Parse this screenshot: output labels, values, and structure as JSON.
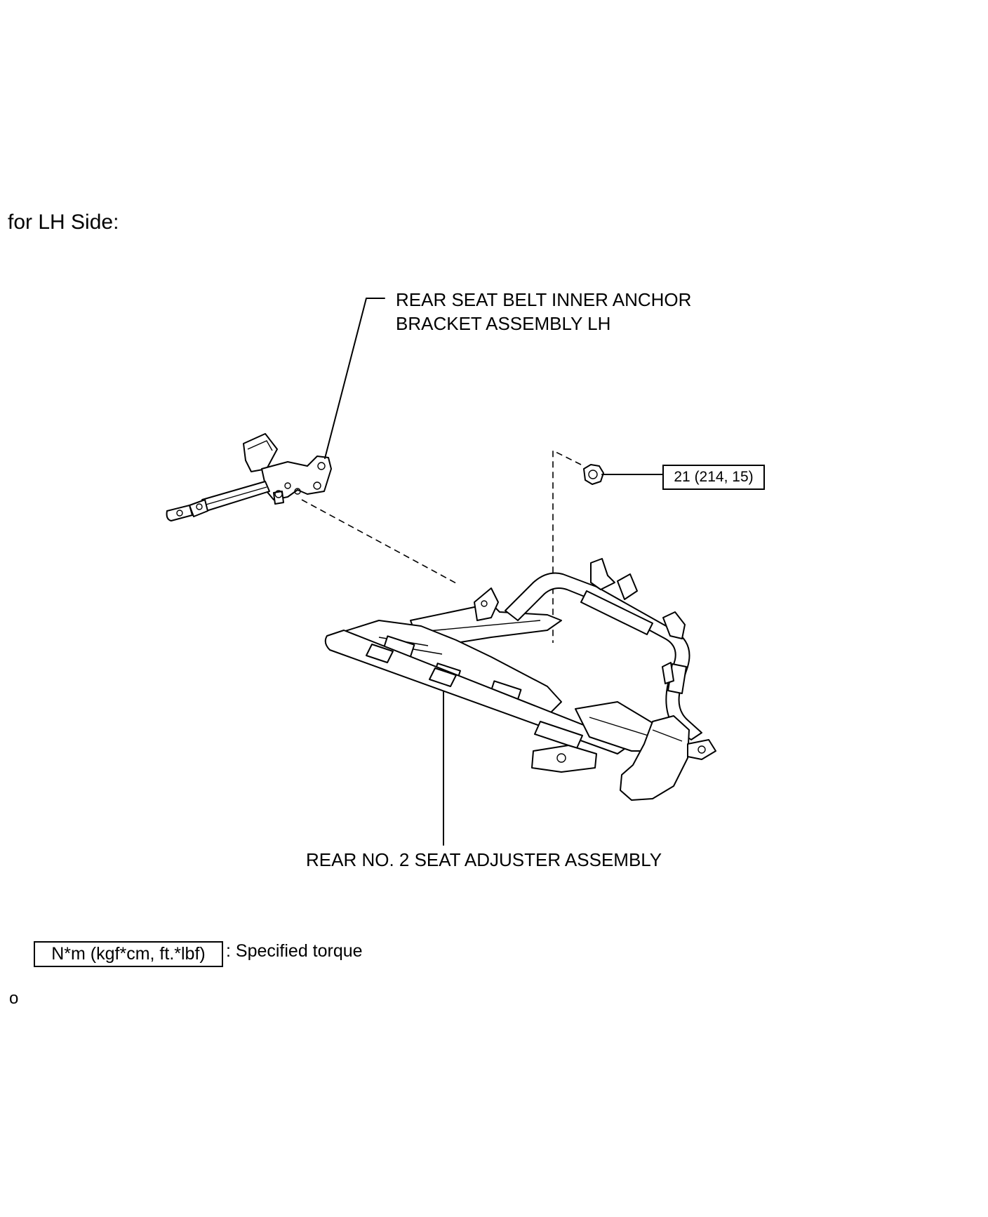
{
  "title": "for LH Side:",
  "parts": {
    "anchor_bracket": {
      "line1": "REAR SEAT BELT INNER ANCHOR",
      "line2": "BRACKET ASSEMBLY LH"
    },
    "seat_adjuster": "REAR NO. 2 SEAT ADJUSTER ASSEMBLY"
  },
  "torque_value": "21 (214, 15)",
  "legend": {
    "box_label": "N*m (kgf*cm, ft.*lbf)",
    "description": ": Specified torque"
  },
  "footer_mark": "o"
}
